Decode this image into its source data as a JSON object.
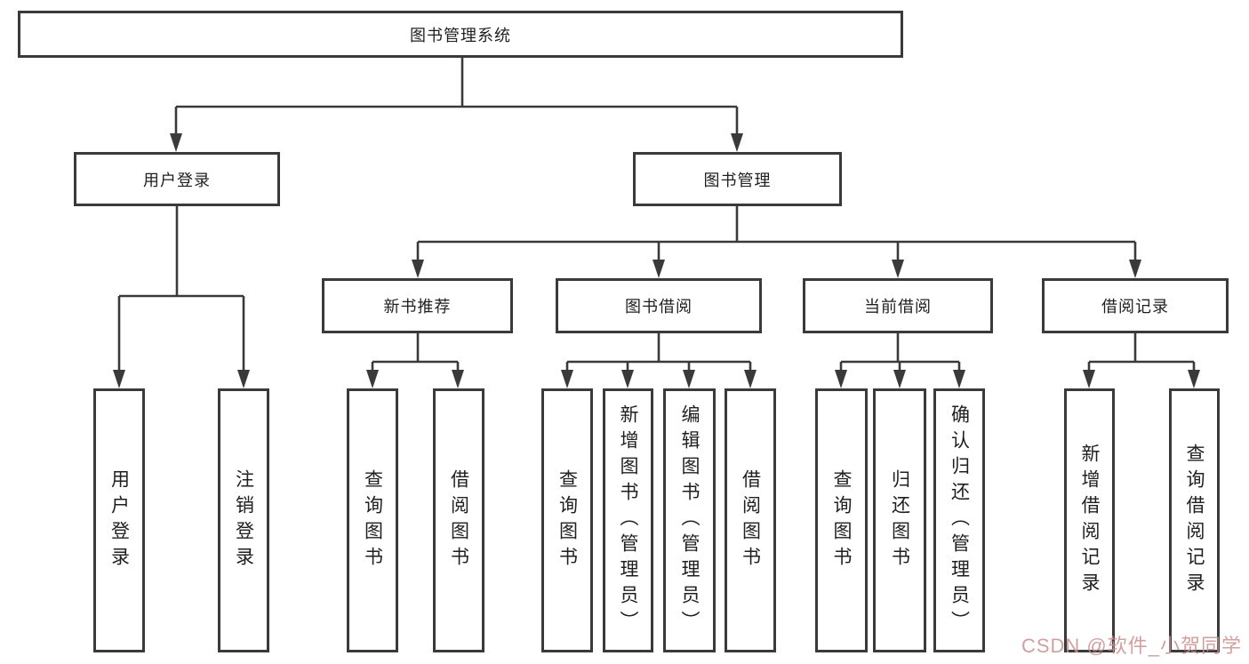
{
  "colors": {
    "background": "#ffffff",
    "line": "#3a3a3a",
    "box_border": "#3a3a3a",
    "text": "#1f1f1f",
    "watermark": "#c9908f"
  },
  "tree": {
    "label": "图书管理系统",
    "children": [
      {
        "label": "用户登录",
        "children": [
          {
            "label": "用户登录"
          },
          {
            "label": "注销登录"
          }
        ]
      },
      {
        "label": "图书管理",
        "children": [
          {
            "label": "新书推荐",
            "children": [
              {
                "label": "查询图书"
              },
              {
                "label": "借阅图书"
              }
            ]
          },
          {
            "label": "图书借阅",
            "children": [
              {
                "label": "查询图书"
              },
              {
                "label": "新增图书（管理员）"
              },
              {
                "label": "编辑图书（管理员）"
              },
              {
                "label": "借阅图书"
              }
            ]
          },
          {
            "label": "当前借阅",
            "children": [
              {
                "label": "查询图书"
              },
              {
                "label": "归还图书"
              },
              {
                "label": "确认归还（管理员）"
              }
            ]
          },
          {
            "label": "借阅记录",
            "children": [
              {
                "label": "新增借阅记录"
              },
              {
                "label": "查询借阅记录"
              }
            ]
          }
        ]
      }
    ]
  },
  "watermark": {
    "text": "CSDN @软件_小贺同学"
  }
}
